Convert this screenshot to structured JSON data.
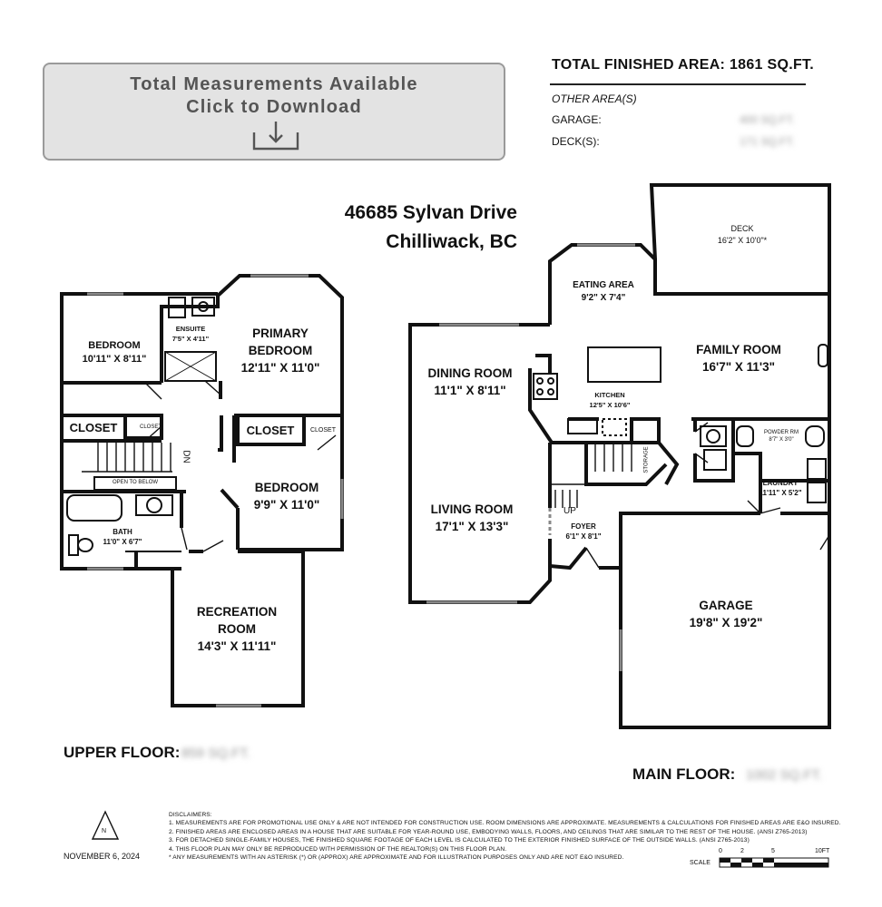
{
  "download_button": {
    "line1": "Total Measurements Available",
    "line2": "Click to Download",
    "icon": "download-icon"
  },
  "area_summary": {
    "total_label": "TOTAL FINISHED AREA:",
    "total_value": "1861 SQ.FT.",
    "other_heading": "OTHER AREA(S)",
    "garage_label": "GARAGE:",
    "garage_value": "400 SQ.FT.",
    "deck_label": "DECK(S):",
    "deck_value": "171 SQ.FT."
  },
  "address": {
    "line1": "46685 Sylvan Drive",
    "line2": "Chilliwack, BC"
  },
  "upper_floor": {
    "label": "UPPER FLOOR:",
    "area_value": "859 SQ.FT.",
    "rooms": {
      "bedroom2": {
        "name": "BEDROOM",
        "dims": "10'11\" X 8'11\""
      },
      "ensuite": {
        "name": "ENSUITE",
        "dims": "7'5\" X 4'11\""
      },
      "primary": {
        "name1": "PRIMARY",
        "name2": "BEDROOM",
        "dims": "12'11\" X 11'0\""
      },
      "closet_left": "CLOSET",
      "closet_small": "CLOSET",
      "closet_mid": "CLOSET",
      "closet_right": "CLOSET",
      "dn": "DN",
      "open_below": "OPEN TO BELOW",
      "bedroom3": {
        "name": "BEDROOM",
        "dims": "9'9\" X 11'0\""
      },
      "bath": {
        "name": "BATH",
        "dims": "11'0\" X 6'7\""
      },
      "recreation": {
        "name1": "RECREATION",
        "name2": "ROOM",
        "dims": "14'3\" X 11'11\""
      }
    }
  },
  "main_floor": {
    "label": "MAIN FLOOR:",
    "area_value": "1002 SQ.FT.",
    "rooms": {
      "deck": {
        "name": "DECK",
        "dims": "16'2\" X 10'0\"*"
      },
      "eating": {
        "name": "EATING AREA",
        "dims": "9'2\" X 7'4\""
      },
      "family": {
        "name": "FAMILY ROOM",
        "dims": "16'7\" X 11'3\""
      },
      "dining": {
        "name": "DINING ROOM",
        "dims": "11'1\" X 8'11\""
      },
      "kitchen": {
        "name": "KITCHEN",
        "dims": "12'5\" X 10'6\""
      },
      "powder": {
        "name": "POWDER RM",
        "dims": "8'7\" X 3'0\""
      },
      "storage": "STORAGE",
      "laundry": {
        "name": "LAUNDRY",
        "dims": "11'11\" X 5'2\""
      },
      "living": {
        "name": "LIVING ROOM",
        "dims": "17'1\" X 13'3\""
      },
      "up": "UP",
      "foyer": {
        "name": "FOYER",
        "dims": "6'1\" X 8'1\""
      },
      "garage": {
        "name": "GARAGE",
        "dims": "19'8\" X 19'2\""
      }
    }
  },
  "compass": "N",
  "date": "NOVEMBER 6, 2024",
  "disclaimers": [
    "DISCLAIMERS:",
    "1. MEASUREMENTS ARE FOR PROMOTIONAL USE ONLY & ARE NOT INTENDED FOR CONSTRUCTION USE. ROOM DIMENSIONS ARE APPROXIMATE. MEASUREMENTS & CALCULATIONS FOR FINISHED AREAS ARE E&O INSURED.",
    "2. FINISHED AREAS ARE ENCLOSED AREAS IN A HOUSE THAT ARE SUITABLE FOR YEAR-ROUND USE, EMBODYING WALLS, FLOORS, AND CEILINGS THAT ARE SIMILAR TO THE REST OF THE HOUSE. (ANSI Z765-2013)",
    "3. FOR DETACHED SINGLE-FAMILY HOUSES, THE FINISHED SQUARE FOOTAGE OF EACH LEVEL IS CALCULATED TO THE EXTERIOR FINISHED SURFACE OF THE OUTSIDE WALLS. (ANSI Z765-2013)",
    "4. THIS FLOOR PLAN MAY ONLY BE REPRODUCED WITH PERMISSION OF THE REALTOR(S) ON THIS FLOOR PLAN.",
    "* ANY MEASUREMENTS WITH AN ASTERISK (*) OR (APPROX) ARE APPROXIMATE AND FOR ILLUSTRATION PURPOSES ONLY AND ARE NOT E&O INSURED."
  ],
  "scale": {
    "ticks": [
      "0",
      "2",
      "5",
      "10FT"
    ],
    "label": "SCALE"
  }
}
